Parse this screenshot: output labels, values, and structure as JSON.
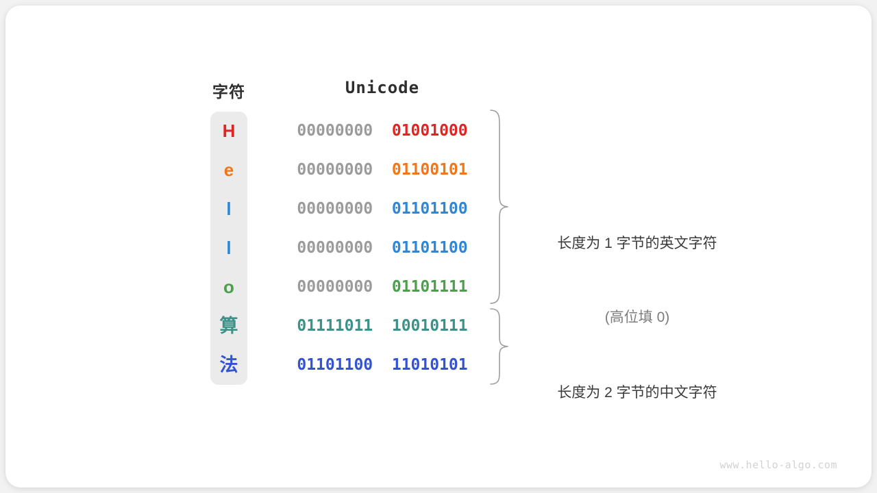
{
  "figure": {
    "watermark": "www.hello-algo.com",
    "background_color": "#f2f2f2",
    "card_color": "#ffffff",
    "column_background_color": "#ebebeb"
  },
  "headers": {
    "char_label": "字符",
    "unicode_label": "Unicode"
  },
  "rows": [
    {
      "char": "H",
      "char_color": "#e02424",
      "high_byte": "00000000",
      "low_byte": "01001000",
      "high_color": "#9b9b9b",
      "low_color": "#e02424"
    },
    {
      "char": "e",
      "char_color": "#f1761a",
      "high_byte": "00000000",
      "low_byte": "01100101",
      "high_color": "#9b9b9b",
      "low_color": "#f1761a"
    },
    {
      "char": "l",
      "char_color": "#2e86d4",
      "high_byte": "00000000",
      "low_byte": "01101100",
      "high_color": "#9b9b9b",
      "low_color": "#2e86d4"
    },
    {
      "char": "l",
      "char_color": "#2e86d4",
      "high_byte": "00000000",
      "low_byte": "01101100",
      "high_color": "#9b9b9b",
      "low_color": "#2e86d4"
    },
    {
      "char": "o",
      "char_color": "#4ca04c",
      "high_byte": "00000000",
      "low_byte": "01101111",
      "high_color": "#9b9b9b",
      "low_color": "#4ca04c"
    },
    {
      "char": "算",
      "char_color": "#3c9188",
      "high_byte": "01111011",
      "low_byte": "10010111",
      "high_color": "#3c9188",
      "low_color": "#3c9188"
    },
    {
      "char": "法",
      "char_color": "#3352d4",
      "high_byte": "01101100",
      "low_byte": "11010101",
      "high_color": "#3352d4",
      "low_color": "#3352d4"
    }
  ],
  "annotations": {
    "ascii": {
      "line1": "长度为 1 字节的英文字符",
      "line2": "(高位填 0)"
    },
    "cjk": {
      "line1": "长度为 2 字节的中文字符"
    }
  }
}
